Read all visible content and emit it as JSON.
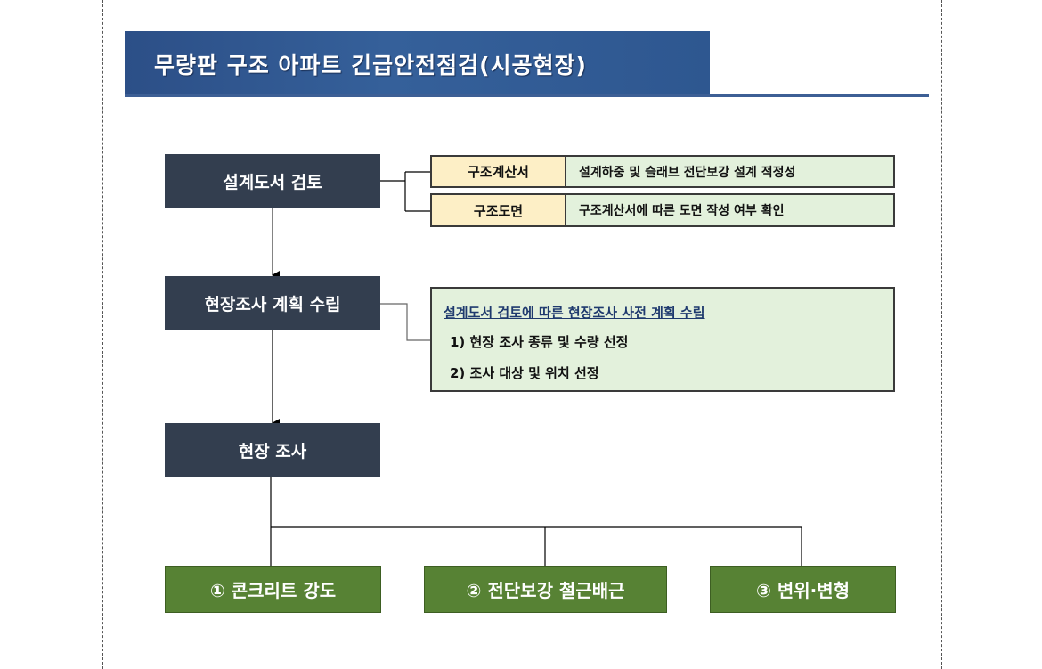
{
  "title": "무량판 구조 아파트 긴급안전점검(시공현장)",
  "steps": {
    "design_review": "설계도서 검토",
    "survey_plan": "현장조사 계획 수립",
    "site_survey": "현장 조사"
  },
  "review_items": [
    {
      "label": "구조계산서",
      "desc": "설계하중 및 슬래브 전단보강 설계 적정성"
    },
    {
      "label": "구조도면",
      "desc": "구조계산서에 따른 도면 작성 여부 확인"
    }
  ],
  "plan_detail": {
    "heading": "설계도서 검토에 따른 현장조사 사전 계획 수립",
    "items": [
      "1) 현장 조사 종류 및 수량 선정",
      "2) 조사 대상 및 위치 선정"
    ]
  },
  "survey_items": [
    "① 콘크리트 강도",
    "② 전단보강 철근배근",
    "③ 변위·변형"
  ],
  "colors": {
    "title_bg": "#2e5790",
    "dark_node": "#333e4f",
    "green_node": "#578234",
    "label_bg": "#fdefc6",
    "desc_bg": "#e3f1dc"
  }
}
